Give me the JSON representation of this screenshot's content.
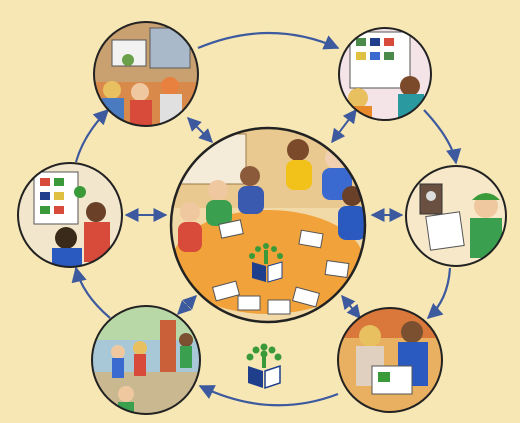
{
  "diagram": {
    "central_node": "team-meeting",
    "outer_nodes": [
      "students-in-classroom",
      "action-plan-chart",
      "energy-meter-reading",
      "reading-newsletter",
      "outdoor-schoolyard-activity",
      "review-noticeboard"
    ],
    "cycle_direction": "clockwise",
    "colors": {
      "background": "#f7e7b5",
      "arrow": "#3e5a9e",
      "circle_border": "#222222",
      "logo_green": "#3a9a3a",
      "logo_blue": "#1f3f8c"
    }
  }
}
